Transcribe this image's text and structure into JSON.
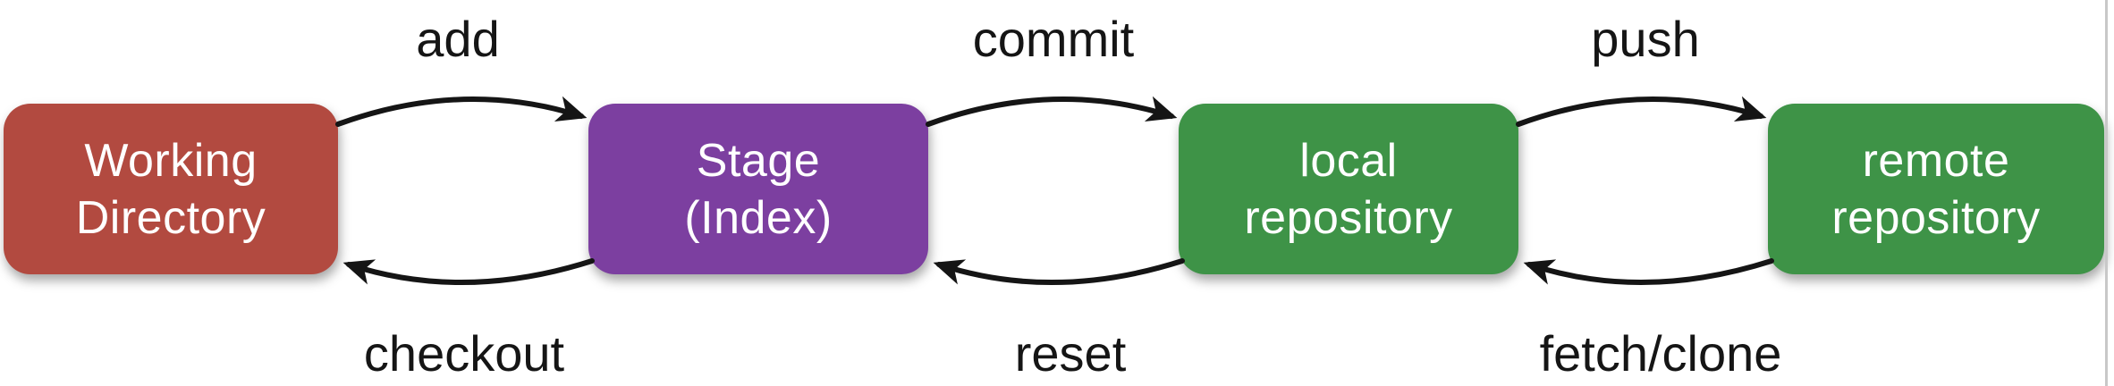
{
  "background_color": "#ffffff",
  "arrow_color": "#151515",
  "nodes": [
    {
      "id": "working-directory",
      "label": "Working\nDirectory",
      "color": "#b24a40",
      "text_color": "#ffffff"
    },
    {
      "id": "stage-index",
      "label": "Stage\n(Index)",
      "color": "#7c3fa0",
      "text_color": "#ffffff"
    },
    {
      "id": "local-repository",
      "label": "local\nrepository",
      "color": "#3e9347",
      "text_color": "#ffffff"
    },
    {
      "id": "remote-repository",
      "label": "remote\nrepository",
      "color": "#3e9347",
      "text_color": "#ffffff"
    }
  ],
  "edges": {
    "top": [
      {
        "label": "add",
        "from": "working-directory",
        "to": "stage-index"
      },
      {
        "label": "commit",
        "from": "stage-index",
        "to": "local-repository"
      },
      {
        "label": "push",
        "from": "local-repository",
        "to": "remote-repository"
      }
    ],
    "bottom": [
      {
        "label": "checkout",
        "from": "stage-index",
        "to": "working-directory"
      },
      {
        "label": "reset",
        "from": "local-repository",
        "to": "stage-index"
      },
      {
        "label": "fetch/clone",
        "from": "remote-repository",
        "to": "local-repository"
      }
    ]
  }
}
